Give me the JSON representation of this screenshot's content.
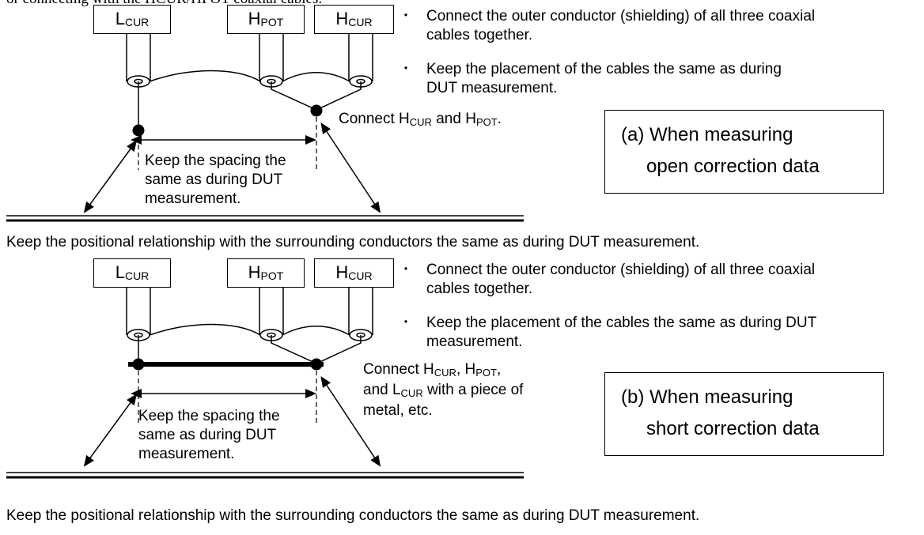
{
  "top_fragment": "or connecting with the HCUR/HPOT coaxial cables.",
  "panels": [
    {
      "boxes": {
        "lcur": {
          "main": "L",
          "sub": "CUR"
        },
        "hpot": {
          "main": "H",
          "sub": "POT"
        },
        "hcur": {
          "main": "H",
          "sub": "CUR"
        }
      },
      "notes": [
        {
          "line1": "Connect the outer conductor (shielding) of all three coaxial",
          "line2": "cables together."
        },
        {
          "line1": "Keep the placement of the cables the same as during",
          "line2": "DUT measurement."
        }
      ],
      "connect_note": {
        "lines": [
          "Connect H_CUR and H_POT."
        ]
      },
      "spacing_note": [
        "Keep the spacing the",
        "same as during DUT",
        "measurement."
      ],
      "label": {
        "line1": "(a) When measuring",
        "line2": "open correction data"
      },
      "caption": "Keep the positional relationship with the surrounding conductors the same as during DUT measurement."
    },
    {
      "boxes": {
        "lcur": {
          "main": "L",
          "sub": "CUR"
        },
        "hpot": {
          "main": "H",
          "sub": "POT"
        },
        "hcur": {
          "main": "H",
          "sub": "CUR"
        }
      },
      "notes": [
        {
          "line1": "Connect the outer conductor (shielding) of all three coaxial",
          "line2": "cables together."
        },
        {
          "line1": "Keep the placement of the cables the same as during DUT",
          "line2": "measurement."
        }
      ],
      "connect_note": {
        "lines": [
          "Connect H_CUR, H_POT,",
          "and L_CUR with a piece of",
          "metal, etc."
        ]
      },
      "spacing_note": [
        "Keep the spacing the",
        "same as during DUT",
        "measurement."
      ],
      "label": {
        "line1": "(b) When measuring",
        "line2": "short correction data"
      },
      "caption": "Keep the positional relationship with the surrounding conductors the same as during DUT measurement."
    }
  ],
  "bullet_char": "・"
}
